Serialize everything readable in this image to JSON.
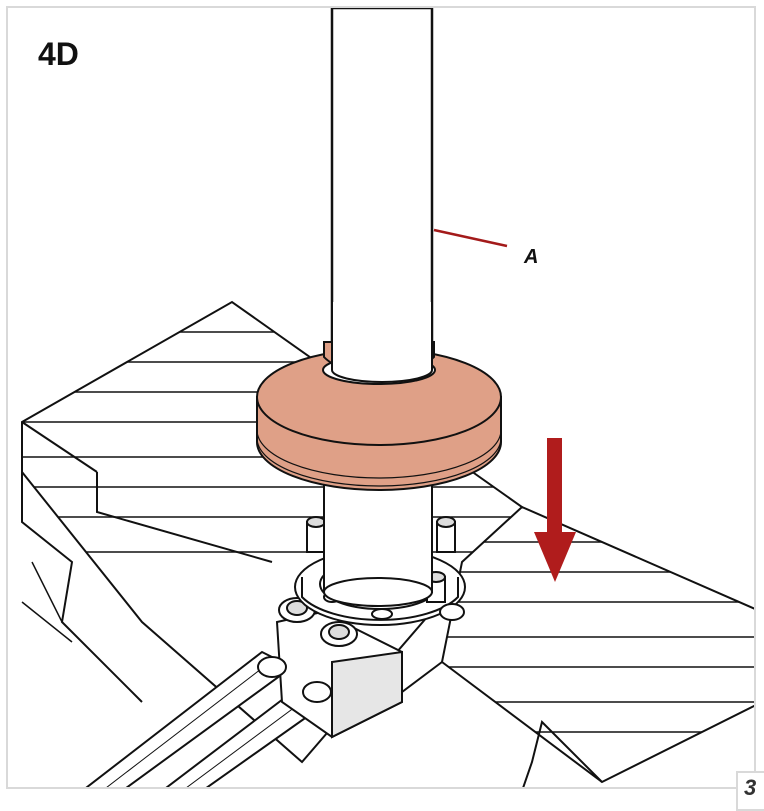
{
  "step": {
    "label": "4D"
  },
  "callout": {
    "label": "A",
    "color": "#a31a1a"
  },
  "page_number": "3",
  "colors": {
    "flange": "#dfa087",
    "arrow": "#b01c1c",
    "line": "#111111",
    "frame": "#d9d9d9"
  },
  "icons": [
    "down-arrow-icon"
  ]
}
